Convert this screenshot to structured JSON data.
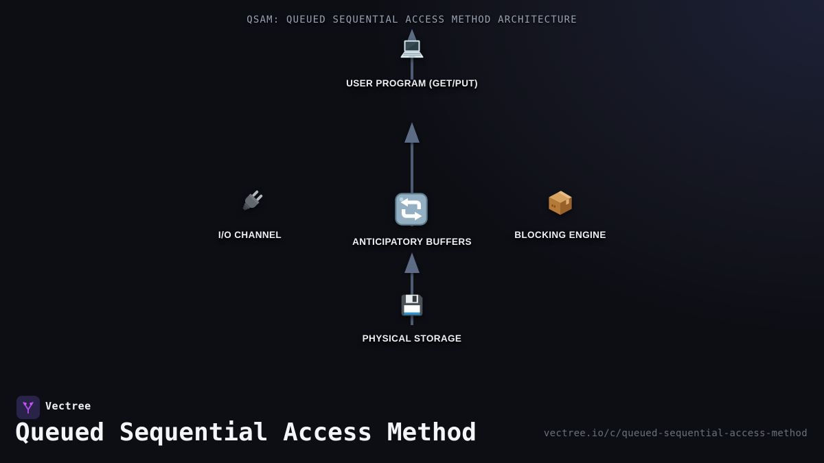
{
  "header": {
    "title": "QSAM: QUEUED SEQUENTIAL ACCESS METHOD ARCHITECTURE"
  },
  "diagram": {
    "nodes": [
      {
        "id": "user-program",
        "label": "USER PROGRAM (GET/PUT)",
        "icon": "laptop-icon"
      },
      {
        "id": "io-channel",
        "label": "I/O CHANNEL",
        "icon": "electric-plug-icon"
      },
      {
        "id": "anticipatory-buffers",
        "label": "ANTICIPATORY BUFFERS",
        "icon": "counterclockwise-arrows-icon"
      },
      {
        "id": "blocking-engine",
        "label": "BLOCKING ENGINE",
        "icon": "package-icon"
      },
      {
        "id": "physical-storage",
        "label": "PHYSICAL STORAGE",
        "icon": "floppy-disk-icon"
      }
    ],
    "edges": [
      {
        "from": "physical-storage",
        "to": "anticipatory-buffers",
        "direction": "up"
      },
      {
        "from": "anticipatory-buffers",
        "to": "user-program",
        "direction": "up"
      }
    ]
  },
  "footer": {
    "brand": "Vectree",
    "logo_icon": "vectree-branch-icon",
    "heading": "Queued Sequential Access Method",
    "url": "vectree.io/c/queued-sequential-access-method"
  },
  "colors": {
    "background": "#0d0e14",
    "background_glow": "#1d2136",
    "arrow_line": "#4e5b73",
    "arrow_head": "#5d6b85",
    "header_title": "#9aa2b4",
    "node_label": "#eef0f3",
    "url_text": "#6a7079",
    "logo_background": "#2a2349",
    "logo_glyph": "#b44bf0",
    "heading_text": "#f4f5f6"
  }
}
